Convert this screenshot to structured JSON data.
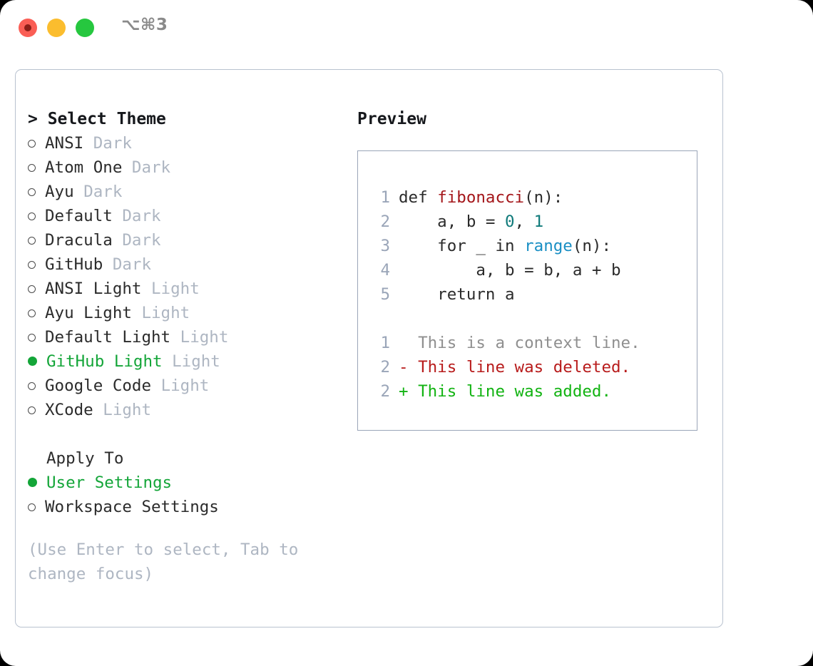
{
  "window": {
    "title": "⌥⌘3",
    "controls": [
      "close",
      "minimize",
      "maximize"
    ]
  },
  "left": {
    "header": "> Select Theme",
    "themes": [
      {
        "bullet": "hollow",
        "name": "ANSI",
        "tag": "Dark",
        "selected": false
      },
      {
        "bullet": "hollow",
        "name": "Atom One",
        "tag": "Dark",
        "selected": false
      },
      {
        "bullet": "hollow",
        "name": "Ayu",
        "tag": "Dark",
        "selected": false
      },
      {
        "bullet": "hollow",
        "name": "Default",
        "tag": "Dark",
        "selected": false
      },
      {
        "bullet": "hollow",
        "name": "Dracula",
        "tag": "Dark",
        "selected": false
      },
      {
        "bullet": "hollow",
        "name": "GitHub",
        "tag": "Dark",
        "selected": false
      },
      {
        "bullet": "hollow",
        "name": "ANSI Light",
        "tag": "Light",
        "selected": false
      },
      {
        "bullet": "hollow",
        "name": "Ayu Light",
        "tag": "Light",
        "selected": false
      },
      {
        "bullet": "hollow",
        "name": "Default Light",
        "tag": "Light",
        "selected": false
      },
      {
        "bullet": "filled",
        "name": "GitHub Light",
        "tag": "Light",
        "selected": true
      },
      {
        "bullet": "hollow",
        "name": "Google Code",
        "tag": "Light",
        "selected": false
      },
      {
        "bullet": "hollow",
        "name": "XCode",
        "tag": "Light",
        "selected": false
      }
    ],
    "apply_to": {
      "header": "Apply To",
      "options": [
        {
          "bullet": "filled",
          "label": "User Settings",
          "selected": true
        },
        {
          "bullet": "hollow",
          "label": "Workspace Settings",
          "selected": false
        }
      ]
    },
    "hint": "(Use Enter to select, Tab to change focus)"
  },
  "right": {
    "title": "Preview",
    "code_lines": [
      {
        "num": "1",
        "tokens": [
          {
            "t": "def ",
            "c": "kw"
          },
          {
            "t": "fibonacci",
            "c": "fn"
          },
          {
            "t": "(n):",
            "c": "plain"
          }
        ]
      },
      {
        "num": "2",
        "tokens": [
          {
            "t": "    a, b = ",
            "c": "plain"
          },
          {
            "t": "0",
            "c": "num"
          },
          {
            "t": ", ",
            "c": "plain"
          },
          {
            "t": "1",
            "c": "num"
          }
        ]
      },
      {
        "num": "3",
        "tokens": [
          {
            "t": "    for _ in ",
            "c": "kw"
          },
          {
            "t": "range",
            "c": "builtin"
          },
          {
            "t": "(n):",
            "c": "plain"
          }
        ]
      },
      {
        "num": "4",
        "tokens": [
          {
            "t": "        a, b = b, a + b",
            "c": "plain"
          }
        ]
      },
      {
        "num": "5",
        "tokens": [
          {
            "t": "    return a",
            "c": "kw"
          }
        ]
      }
    ],
    "diff_lines": [
      {
        "num": "1",
        "marker": " ",
        "text": " This is a context line.",
        "kind": "context"
      },
      {
        "num": "2",
        "marker": "-",
        "text": " This line was deleted.",
        "kind": "del"
      },
      {
        "num": "2",
        "marker": "+",
        "text": " This line was added.",
        "kind": "add"
      }
    ]
  },
  "colors": {
    "selected_green": "#13a538",
    "muted_tag": "#aeb6c2",
    "panel_border": "#b9c2cf",
    "preview_border": "#9aa5b8",
    "fn_red": "#a4161a",
    "builtin_blue": "#1a8fc4",
    "number_teal": "#0f7a7a",
    "diff_del_red": "#b81c1c",
    "diff_add_green": "#12b312"
  }
}
